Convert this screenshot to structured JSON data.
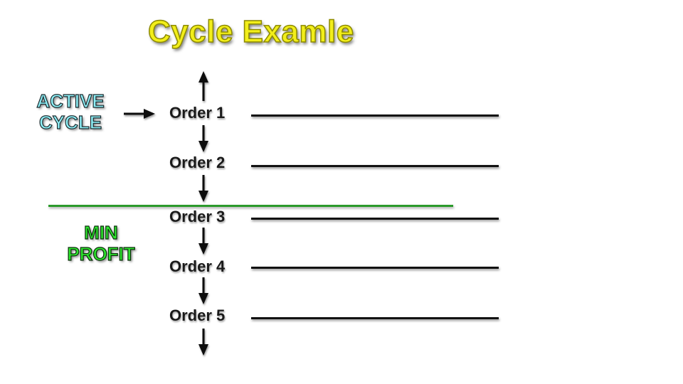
{
  "title": "Cycle Examle",
  "callouts": {
    "active_cycle": [
      "ACTIVE",
      "CYCLE"
    ],
    "min_profit": [
      "MIN",
      "PROFIT"
    ]
  },
  "orders": [
    {
      "label": "Order 1"
    },
    {
      "label": "Order 2"
    },
    {
      "label": "Order 3"
    },
    {
      "label": "Order 4"
    },
    {
      "label": "Order 5"
    }
  ],
  "colors": {
    "title": "#f2ee1a",
    "active_cycle": "#8ff0f7",
    "min_profit": "#2ee62e",
    "min_profit_line": "#2b9a2b",
    "order_line": "#111111"
  }
}
